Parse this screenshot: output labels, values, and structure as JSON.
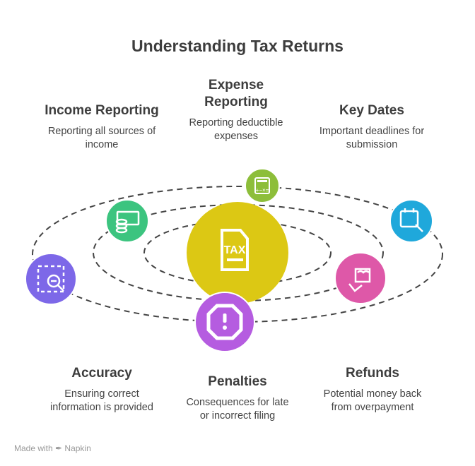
{
  "title": "Understanding Tax Returns",
  "center": {
    "icon": "tax-document-icon",
    "label": "TAX",
    "color": "#DCC814"
  },
  "items": [
    {
      "title": "Income Reporting",
      "desc": [
        "Reporting all sources of",
        "income"
      ],
      "icon": "money-coins-icon",
      "color": "#3CC47F"
    },
    {
      "title": "Expense Reporting",
      "title_lines": [
        "Expense",
        "Reporting"
      ],
      "desc": [
        "Reporting deductible",
        "expenses"
      ],
      "icon": "calculator-icon",
      "color": "#8DBE3A"
    },
    {
      "title": "Key Dates",
      "desc": [
        "Important deadlines for",
        "submission"
      ],
      "icon": "calendar-edit-icon",
      "color": "#1FA8DB"
    },
    {
      "title": "Accuracy",
      "desc": [
        "Ensuring correct",
        "information is provided"
      ],
      "icon": "zoom-out-icon",
      "color": "#7D68E8"
    },
    {
      "title": "Penalties",
      "desc": [
        "Consequences for late",
        "or incorrect filing"
      ],
      "icon": "alert-octagon-icon",
      "color": "#B55CE0"
    },
    {
      "title": "Refunds",
      "desc": [
        "Potential money back",
        "from overpayment"
      ],
      "icon": "refund-hand-icon",
      "color": "#DE58A8"
    }
  ],
  "footer": "Made with ✒ Napkin"
}
